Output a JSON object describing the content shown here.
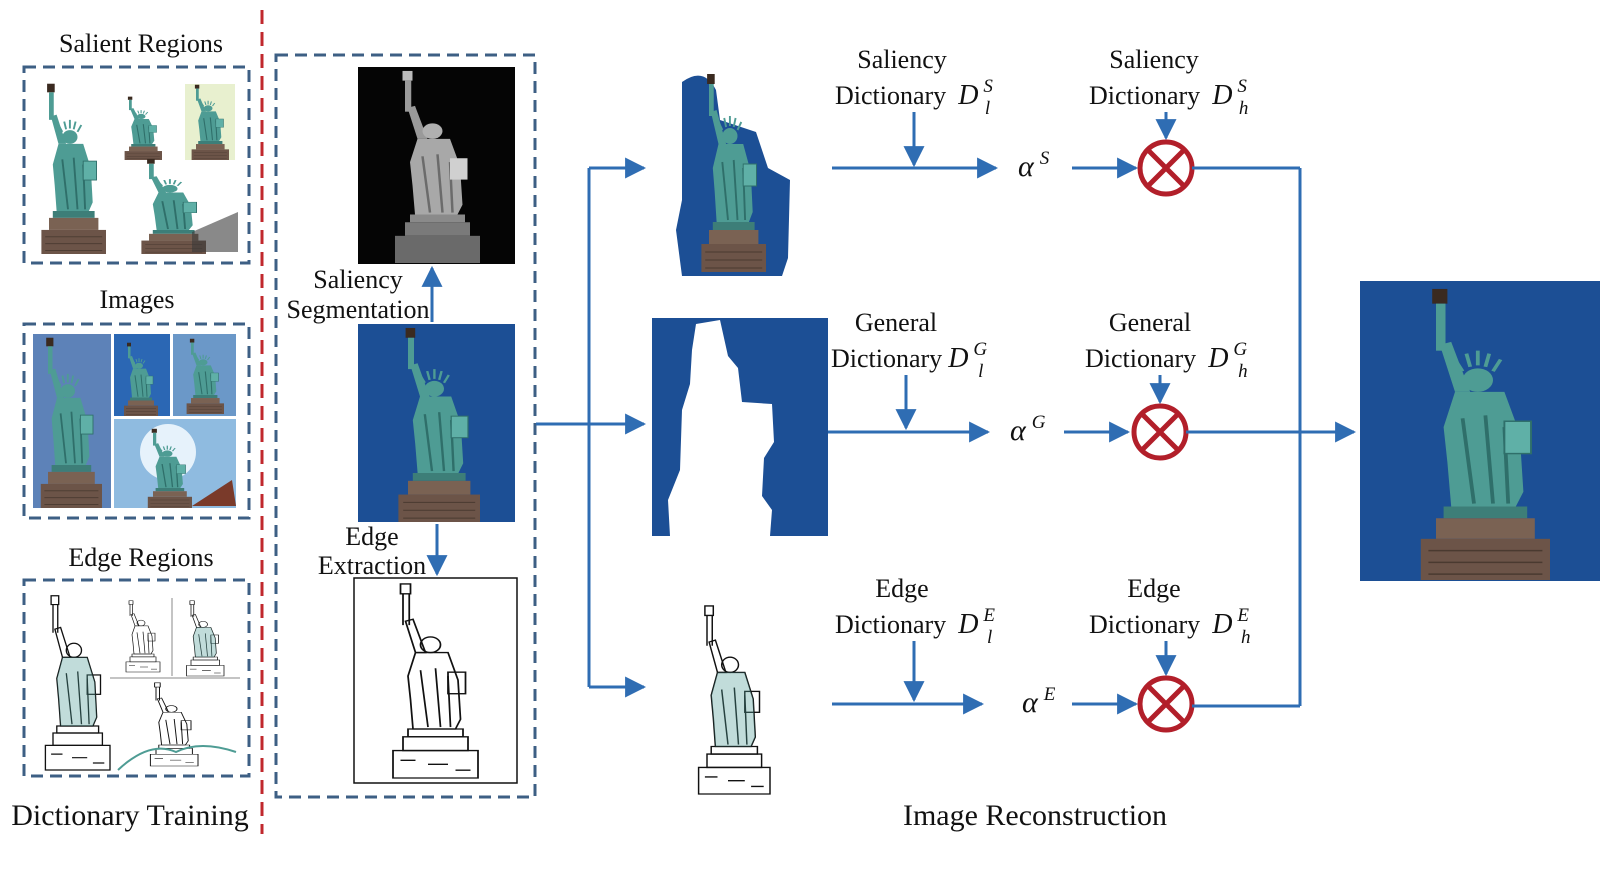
{
  "colors": {
    "arrow": "#2f6db3",
    "dash_box": "#3d5f84",
    "divider": "#c0282d",
    "multiplier": "#b21f2a",
    "sky": "#1c4f95",
    "statue": "#4e9c94",
    "pedestal": "#6c5448"
  },
  "left": {
    "salient_title": "Salient Regions",
    "images_title": "Images",
    "edge_title": "Edge Regions",
    "caption": "Dictionary Training"
  },
  "middle": {
    "saliency_label_line1": "Saliency",
    "saliency_label_line2": "Segmentation",
    "edge_label_line1": "Edge",
    "edge_label_line2": "Extraction"
  },
  "reconstruction": {
    "caption": "Image Reconstruction",
    "rows": [
      {
        "low_dict_line1": "Saliency",
        "low_dict_line2": "Dictionary",
        "low_symbol": "D",
        "low_sup": "S",
        "low_sub": "l",
        "coef": "α",
        "coef_sup": "S",
        "high_dict_line1": "Saliency",
        "high_dict_line2": "Dictionary",
        "high_symbol": "D",
        "high_sup": "S",
        "high_sub": "h"
      },
      {
        "low_dict_line1": "General",
        "low_dict_line2": "Dictionary",
        "low_symbol": "D",
        "low_sup": "G",
        "low_sub": "l",
        "coef": "α",
        "coef_sup": "G",
        "high_dict_line1": "General",
        "high_dict_line2": "Dictionary",
        "high_symbol": "D",
        "high_sup": "G",
        "high_sub": "h"
      },
      {
        "low_dict_line1": "Edge",
        "low_dict_line2": "Dictionary",
        "low_symbol": "D",
        "low_sup": "E",
        "low_sub": "l",
        "coef": "α",
        "coef_sup": "E",
        "high_dict_line1": "Edge",
        "high_dict_line2": "Dictionary",
        "high_symbol": "D",
        "high_sup": "E",
        "high_sub": "h"
      }
    ]
  }
}
